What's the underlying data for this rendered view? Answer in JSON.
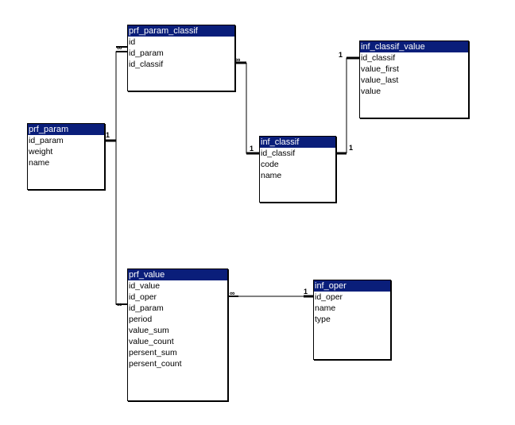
{
  "tables": {
    "prf_param_classif": {
      "title": "prf_param_classif",
      "fields": [
        "id",
        "id_param",
        "id_classif"
      ]
    },
    "inf_classif_value": {
      "title": "inf_classif_value",
      "fields": [
        "id_classif",
        "value_first",
        "value_last",
        "value"
      ]
    },
    "prf_param": {
      "title": "prf_param",
      "fields": [
        "id_param",
        "weight",
        "name"
      ]
    },
    "inf_classif": {
      "title": "inf_classif",
      "fields": [
        "id_classif",
        "code",
        "name"
      ]
    },
    "prf_value": {
      "title": "prf_value",
      "fields": [
        "id_value",
        "id_oper",
        "id_param",
        "period",
        "value_sum",
        "value_count",
        "persent_sum",
        "persent_count"
      ]
    },
    "inf_oper": {
      "title": "inf_oper",
      "fields": [
        "id_oper",
        "name",
        "type"
      ]
    }
  },
  "cardinality": {
    "one": "1",
    "many": "∞"
  }
}
